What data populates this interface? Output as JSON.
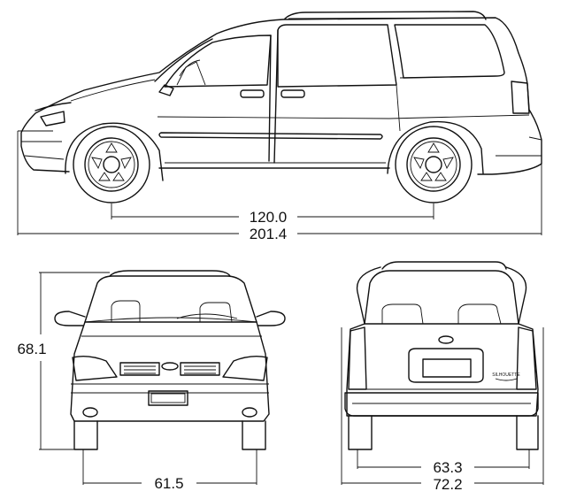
{
  "dimensions": {
    "wheelbase": "120.0",
    "overall_length": "201.4",
    "overall_height": "68.1",
    "front_track": "61.5",
    "rear_track": "63.3",
    "overall_width": "72.2"
  },
  "badge": {
    "rear_model_script": "SILHOUETTE"
  }
}
